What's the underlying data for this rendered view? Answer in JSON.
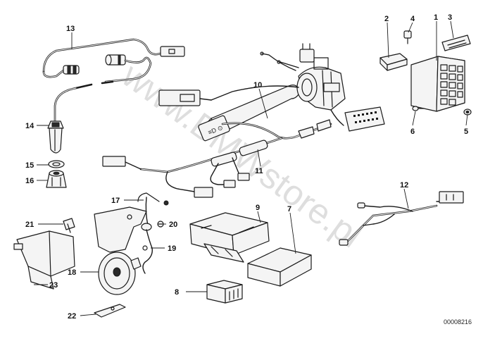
{
  "diagram": {
    "watermark": "www.BMWstore.pl",
    "code": "00008216",
    "callouts": [
      "1",
      "2",
      "3",
      "4",
      "5",
      "6",
      "7",
      "8",
      "9",
      "10",
      "11",
      "12",
      "13",
      "14",
      "15",
      "16",
      "17",
      "18",
      "19",
      "20",
      "21",
      "22",
      "23"
    ]
  }
}
